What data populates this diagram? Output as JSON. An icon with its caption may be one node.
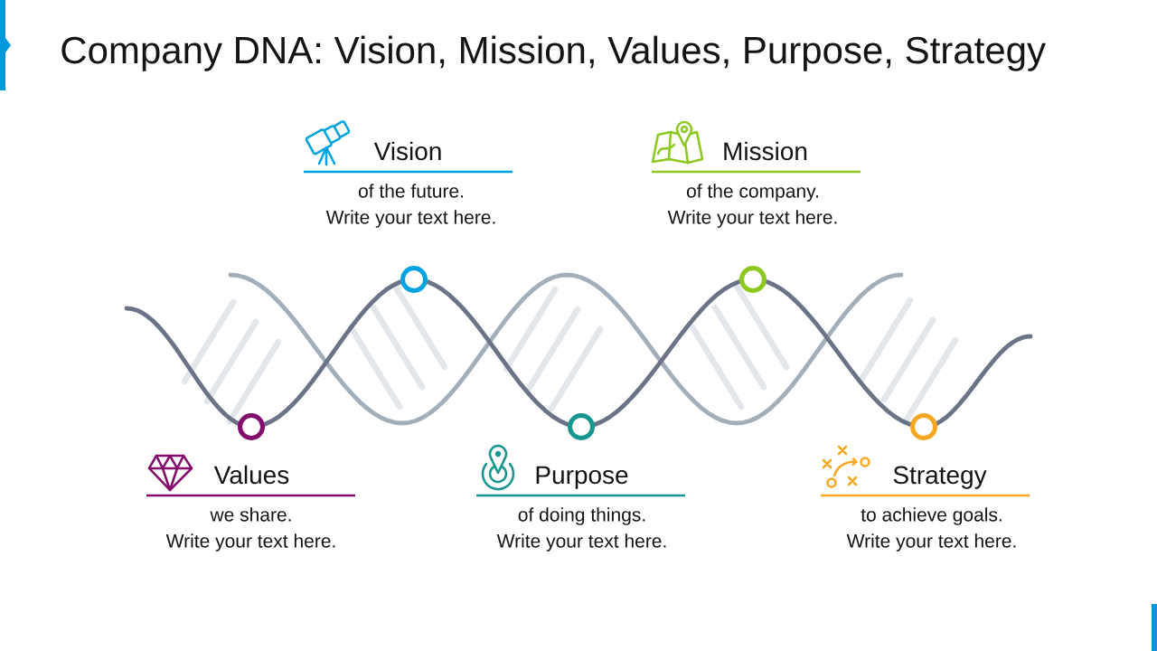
{
  "diagram": {
    "title": "Company DNA: Vision, Mission, Values, Purpose, Strategy",
    "nodes": [
      {
        "text": [
          "Vision",
          "of the future. Write your text here."
        ]
      },
      {
        "text": [
          "Mission",
          "of the company. Write your text here."
        ]
      },
      {
        "text": [
          "Values",
          "we share. Write your text here."
        ]
      },
      {
        "text": [
          "Purpose",
          "of doing things. Write your text here."
        ]
      },
      {
        "text": [
          "Strategy",
          "to achieve goals. Write your text here."
        ]
      }
    ]
  }
}
